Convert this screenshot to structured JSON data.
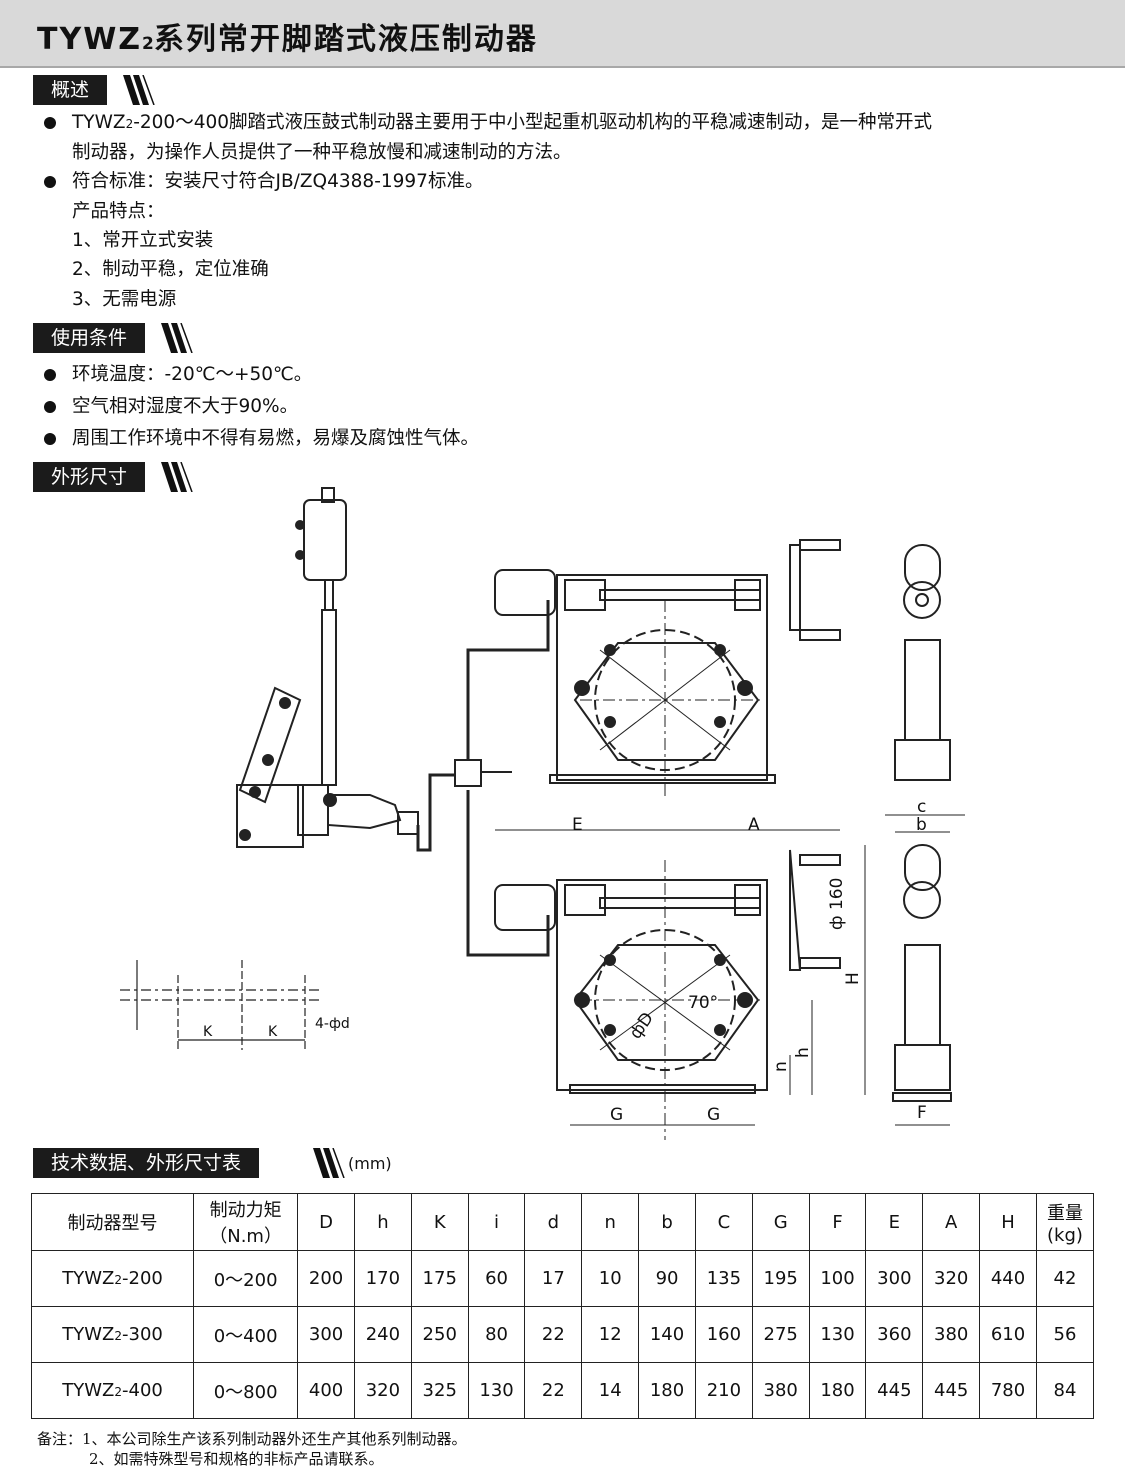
{
  "title": {
    "main_prefix": "TYWZ",
    "main_sub": "2",
    "main_suffix": "系列常开脚踏式液压制动器"
  },
  "sections": {
    "overview": "概述",
    "conditions": "使用条件",
    "dimensions": "外形尺寸",
    "tech": "技术数据、外形尺寸表",
    "unit": "(mm)"
  },
  "overview": {
    "p1_prefix": "TYWZ",
    "p1_sub": "2",
    "p1_line1_rest": "-200～400脚踏式液压鼓式制动器主要用于中小型起重机驱动机构的平稳减速制动，是一种常开式",
    "p1_line2": "制动器，为操作人员提供了一种平稳放慢和减速制动的方法。",
    "p2": "符合标准：安装尺寸符合JB/ZQ4388-1997标准。",
    "features_title": "产品特点：",
    "features": [
      "1、常开立式安装",
      "2、制动平稳，定位准确",
      "3、无需电源"
    ]
  },
  "conditions": [
    "环境温度：-20℃～+50℃。",
    "空气相对湿度不大于90%。",
    "周围工作环境中不得有易燃，易爆及腐蚀性气体。"
  ],
  "diagram_labels": {
    "E": "E",
    "A": "A",
    "c": "c",
    "b": "b",
    "phi160": "ф 160",
    "H": "H",
    "h": "h",
    "n": "n",
    "G": "G",
    "F": "F",
    "K": "K",
    "holes": "4-фd",
    "phiD": "фD",
    "angle": "70°"
  },
  "table": {
    "headers": [
      {
        "l1": "制动器型号",
        "l2": ""
      },
      {
        "l1": "制动力矩",
        "l2": "（N.m）"
      },
      {
        "l1": "D",
        "l2": ""
      },
      {
        "l1": "h",
        "l2": ""
      },
      {
        "l1": "K",
        "l2": ""
      },
      {
        "l1": "i",
        "l2": ""
      },
      {
        "l1": "d",
        "l2": ""
      },
      {
        "l1": "n",
        "l2": ""
      },
      {
        "l1": "b",
        "l2": ""
      },
      {
        "l1": "C",
        "l2": ""
      },
      {
        "l1": "G",
        "l2": ""
      },
      {
        "l1": "F",
        "l2": ""
      },
      {
        "l1": "E",
        "l2": ""
      },
      {
        "l1": "A",
        "l2": ""
      },
      {
        "l1": "H",
        "l2": ""
      },
      {
        "l1": "重量",
        "l2": "(kg)"
      }
    ],
    "rows": [
      {
        "model_prefix": "TYWZ",
        "model_sub": "2",
        "model_suffix": "-200",
        "cells": [
          "0～200",
          "200",
          "170",
          "175",
          "60",
          "17",
          "10",
          "90",
          "135",
          "195",
          "100",
          "300",
          "320",
          "440",
          "42"
        ]
      },
      {
        "model_prefix": "TYWZ",
        "model_sub": "2",
        "model_suffix": "-300",
        "cells": [
          "0～400",
          "300",
          "240",
          "250",
          "80",
          "22",
          "12",
          "140",
          "160",
          "275",
          "130",
          "360",
          "380",
          "610",
          "56"
        ]
      },
      {
        "model_prefix": "TYWZ",
        "model_sub": "2",
        "model_suffix": "-400",
        "cells": [
          "0～800",
          "400",
          "320",
          "325",
          "130",
          "22",
          "14",
          "180",
          "210",
          "380",
          "180",
          "445",
          "445",
          "780",
          "84"
        ]
      }
    ]
  },
  "notes": {
    "line1": "备注：1、本公司除生产该系列制动器外还生产其他系列制动器。",
    "line2": "2、如需特殊型号和规格的非标产品请联系。"
  }
}
